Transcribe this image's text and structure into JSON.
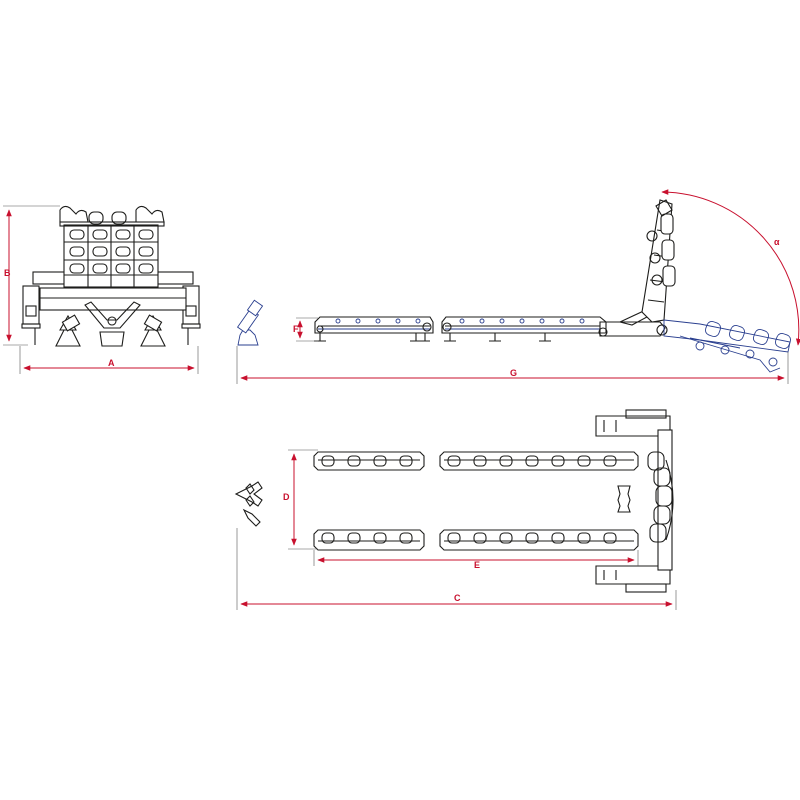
{
  "drawing": {
    "labels": {
      "a": "A",
      "b": "B",
      "c": "C",
      "d": "D",
      "e": "E",
      "f": "F",
      "g": "G",
      "alpha": "α"
    },
    "colors": {
      "dimension": "#c8102e",
      "outline": "#1d1d1b",
      "tilted_position": "#2a3f8f"
    }
  }
}
